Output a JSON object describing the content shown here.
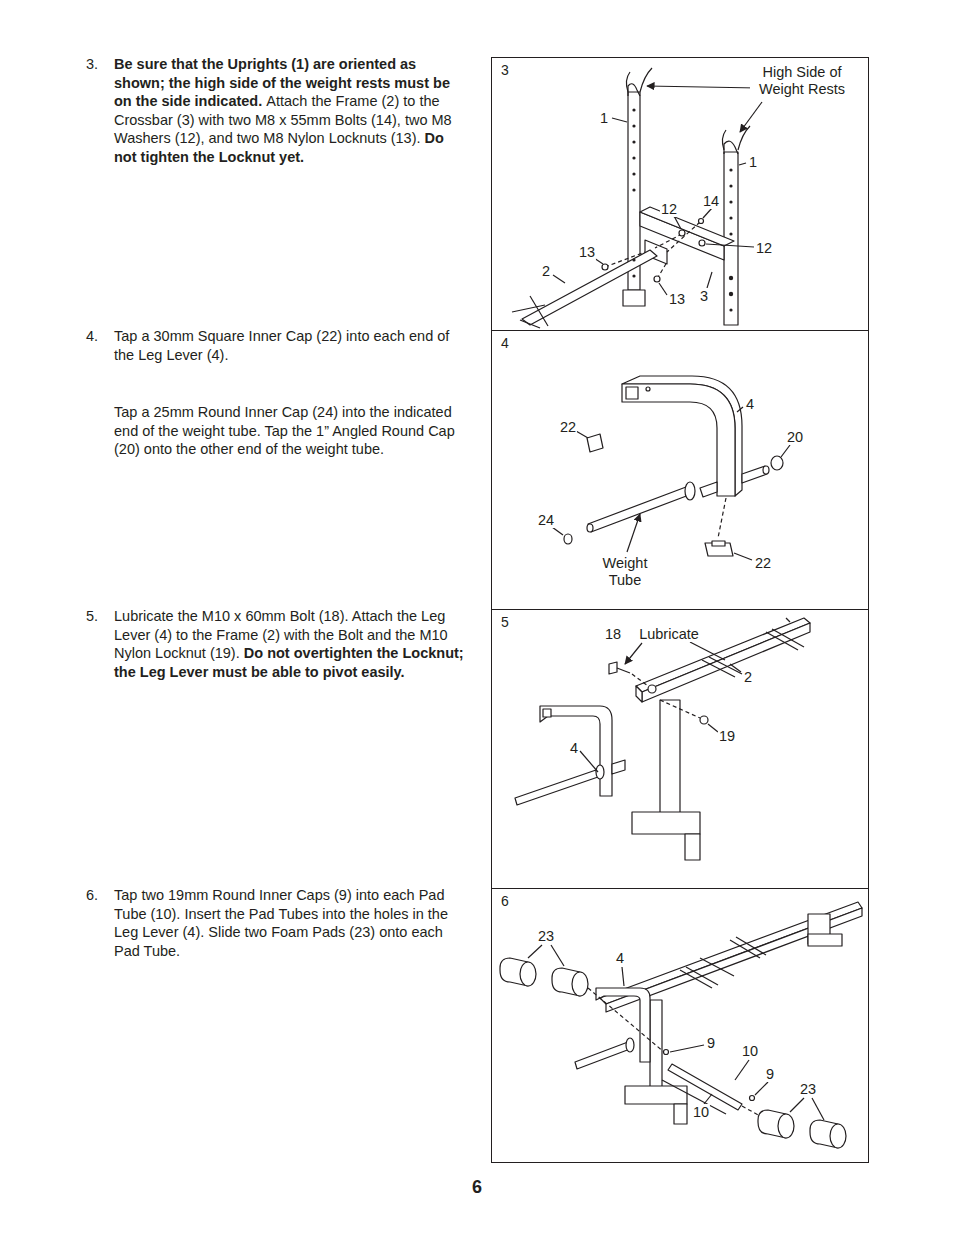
{
  "diagram": {
    "nodes": [
      {
        "text": [
          "3"
        ]
      },
      {
        "text": [
          "4"
        ]
      },
      {
        "text": [
          "5"
        ]
      },
      {
        "text": [
          "6"
        ]
      }
    ],
    "labels": [
      "3.",
      "Be sure that the Uprights (1) are oriented as shown; the high side of the weight rests must be on the side indicated.",
      "Attach the Frame (2) to the Crossbar (3) with two M8 x 55mm Bolts (14), two M8 Washers (12), and two M8 Nylon Locknuts (13).",
      "Do not tighten the Locknut yet.",
      "4.",
      "Tap a 30mm Square Inner Cap (22) into each end of the Leg Lever (4).",
      "Tap a 25mm Round Inner Cap (24) into the indicated end of the weight tube. Tap the 1” Angled Round Cap (20) onto the other end of the weight tube.",
      "5.",
      "Lubricate the M10 x 60mm Bolt (18). Attach the Leg Lever (4) to the Frame (2) with the Bolt and the M10 Nylon Locknut (19).",
      "Do not overtighten the Locknut; the Leg Lever must be able to pivot easily.",
      "6.",
      "Tap two 19mm Round Inner Caps (9) into each Pad Tube (10). Insert the Pad Tubes into the holes in the Leg Lever (4). Slide two Foam Pads (23) onto each Pad Tube.",
      "High Side of Weight Rests",
      "1",
      "1",
      "12",
      "14",
      "12",
      "13",
      "2",
      "13",
      "3",
      "4",
      "22",
      "20",
      "24",
      "Weight Tube",
      "22",
      "18",
      "Lubricate",
      "2",
      "4",
      "19",
      "23",
      "4",
      "9",
      "10",
      "9",
      "23",
      "10",
      "6"
    ]
  }
}
